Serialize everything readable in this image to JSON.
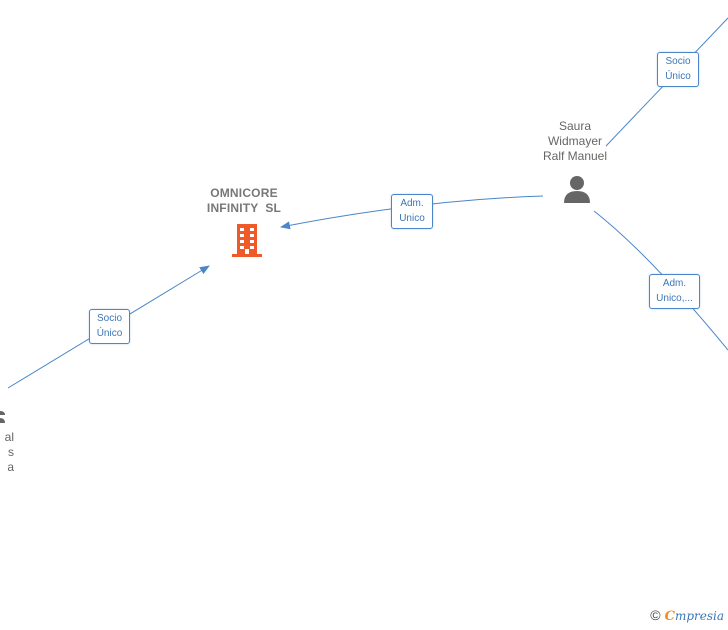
{
  "nodes": {
    "company": {
      "line1": "OMNICORE",
      "line2": "INFINITY  SL",
      "icon": "building-icon"
    },
    "person_saura": {
      "line1": "Saura",
      "line2": "Widmayer",
      "line3": "Ralf Manuel",
      "icon": "person-icon"
    },
    "person_left": {
      "line1": "al",
      "line2": "s",
      "line3": "a"
    }
  },
  "edges": {
    "socio_unico_top": {
      "line1": "Socio",
      "line2": "Único"
    },
    "adm_unico": {
      "line1": "Adm.",
      "line2": "Unico"
    },
    "adm_unico_right": {
      "line1": "Adm.",
      "line2": "Unico,..."
    },
    "socio_unico_left": {
      "line1": "Socio",
      "line2": "Único"
    }
  },
  "footer": {
    "copyright": "©",
    "brand_first": "C",
    "brand_rest": "mpresia"
  },
  "colors": {
    "edge": "#4a86c8",
    "company_icon": "#f05a28",
    "person_icon": "#666666"
  }
}
